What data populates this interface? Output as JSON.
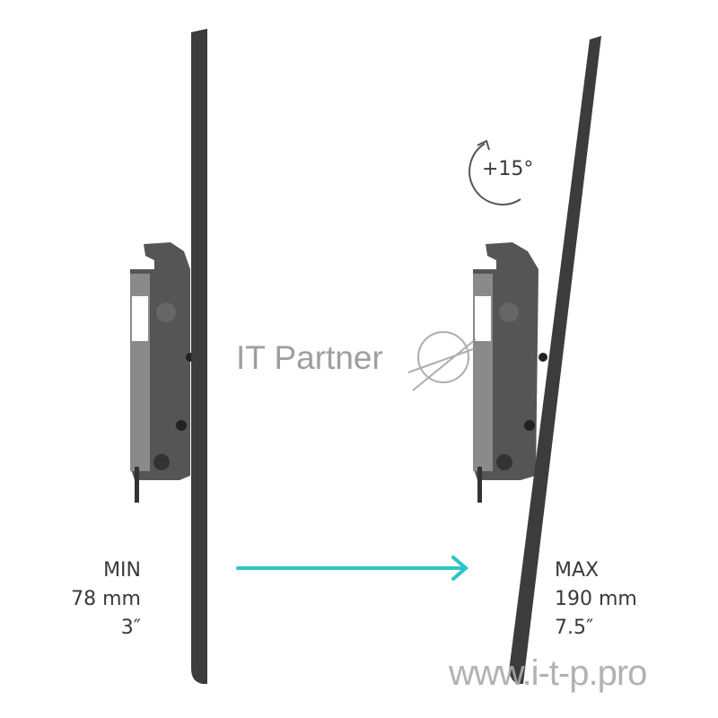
{
  "min": {
    "label": "MIN",
    "distance_mm": "78 mm",
    "distance_in": "3″"
  },
  "max": {
    "label": "MAX",
    "distance_mm": "190 mm",
    "distance_in": "7.5″"
  },
  "tilt": {
    "label": "+15°",
    "icon": "rotate-arrow-icon"
  },
  "watermark": {
    "brand": "IT Partner",
    "url": "www.i-t-p.pro"
  },
  "colors": {
    "arrow": "#2ec4c4",
    "mount": "#3c3c3c",
    "text": "#3a3a3a"
  }
}
